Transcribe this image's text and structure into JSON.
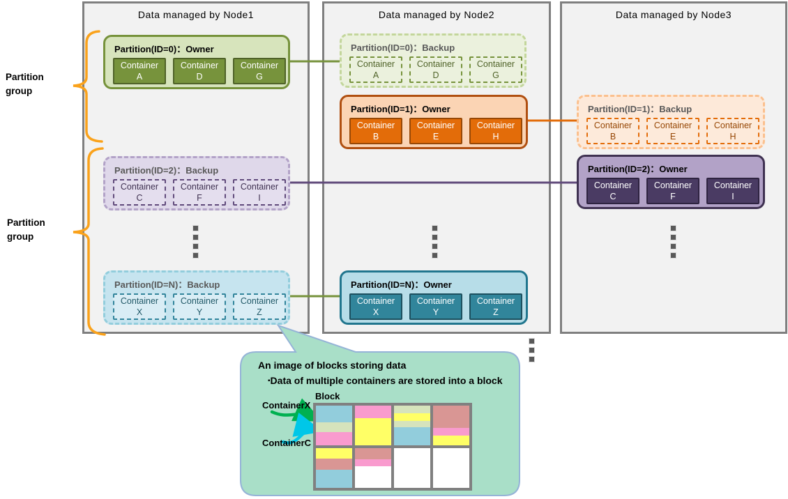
{
  "nodes": [
    {
      "title": "Data managed by Node1",
      "partitions": [
        {
          "title": "Partition(ID=0)：Owner",
          "role": "owner",
          "scheme": "green_owner",
          "containers": [
            {
              "label": "Container",
              "letter": "A"
            },
            {
              "label": "Container",
              "letter": "D"
            },
            {
              "label": "Container",
              "letter": "G"
            }
          ]
        },
        {
          "title": "Partition(ID=2)：Backup",
          "role": "backup",
          "scheme": "purple_backup",
          "containers": [
            {
              "label": "Container",
              "letter": "C"
            },
            {
              "label": "Container",
              "letter": "F"
            },
            {
              "label": "Container",
              "letter": "I"
            }
          ]
        },
        {
          "title": "Partition(ID=N)：Backup",
          "role": "backup",
          "scheme": "blue_backup",
          "containers": [
            {
              "label": "Container",
              "letter": "X"
            },
            {
              "label": "Container",
              "letter": "Y"
            },
            {
              "label": "Container",
              "letter": "Z"
            }
          ]
        }
      ]
    },
    {
      "title": "Data managed by Node2",
      "partitions": [
        {
          "title": "Partition(ID=0)：Backup",
          "role": "backup",
          "scheme": "green_backup",
          "containers": [
            {
              "label": "Container",
              "letter": "A"
            },
            {
              "label": "Container",
              "letter": "D"
            },
            {
              "label": "Container",
              "letter": "G"
            }
          ]
        },
        {
          "title": "Partition(ID=1)：Owner",
          "role": "owner",
          "scheme": "orange_owner",
          "containers": [
            {
              "label": "Container",
              "letter": "B"
            },
            {
              "label": "Container",
              "letter": "E"
            },
            {
              "label": "Container",
              "letter": "H"
            }
          ]
        },
        {
          "title": "Partition(ID=N)：Owner",
          "role": "owner",
          "scheme": "blue_owner",
          "containers": [
            {
              "label": "Container",
              "letter": "X"
            },
            {
              "label": "Container",
              "letter": "Y"
            },
            {
              "label": "Container",
              "letter": "Z"
            }
          ]
        }
      ]
    },
    {
      "title": "Data managed by Node3",
      "partitions": [
        {
          "title": "Partition(ID=1)：Backup",
          "role": "backup",
          "scheme": "orange_backup",
          "containers": [
            {
              "label": "Container",
              "letter": "B"
            },
            {
              "label": "Container",
              "letter": "E"
            },
            {
              "label": "Container",
              "letter": "H"
            }
          ]
        },
        {
          "title": "Partition(ID=2)：Owner",
          "role": "owner",
          "scheme": "purple_owner",
          "containers": [
            {
              "label": "Container",
              "letter": "C"
            },
            {
              "label": "Container",
              "letter": "F"
            },
            {
              "label": "Container",
              "letter": "I"
            }
          ]
        }
      ]
    }
  ],
  "partition_groups": [
    {
      "label": "Partition group"
    },
    {
      "label": "Partition group"
    }
  ],
  "bubble": {
    "line1": "An image of blocks storing data",
    "bullet": "▪",
    "line2": "Data of multiple containers are stored into a block",
    "block_label": "Block",
    "container_x_label": "ContainerX",
    "container_c_label": "ContainerC"
  },
  "block_grid": {
    "palette": {
      "blue": "#92cddc",
      "palegreen": "#d6e3bc",
      "pink": "#f99bce",
      "yellow": "#ffff66",
      "rose": "#d99694",
      "white": "#ffffff"
    },
    "cells": [
      [
        {
          "color": "blue",
          "pct": 42
        },
        {
          "color": "palegreen",
          "pct": 24
        },
        {
          "color": "pink",
          "pct": 34
        }
      ],
      [
        {
          "color": "pink",
          "pct": 32
        },
        {
          "color": "yellow",
          "pct": 68
        }
      ],
      [
        {
          "color": "palegreen",
          "pct": 20
        },
        {
          "color": "yellow",
          "pct": 19
        },
        {
          "color": "palegreen",
          "pct": 16
        },
        {
          "color": "blue",
          "pct": 45
        }
      ],
      [
        {
          "color": "rose",
          "pct": 57
        },
        {
          "color": "pink",
          "pct": 19
        },
        {
          "color": "yellow",
          "pct": 24
        }
      ],
      [
        {
          "color": "yellow",
          "pct": 26
        },
        {
          "color": "rose",
          "pct": 29
        },
        {
          "color": "blue",
          "pct": 45
        }
      ],
      [
        {
          "color": "rose",
          "pct": 28
        },
        {
          "color": "pink",
          "pct": 18
        },
        {
          "color": "white",
          "pct": 54
        }
      ],
      [
        {
          "color": "white",
          "pct": 100
        }
      ],
      [
        {
          "color": "white",
          "pct": 100
        }
      ]
    ]
  },
  "colors": {
    "schemes": {
      "green_owner": {
        "box_bg": "#d7e4bc",
        "box_border": "#76923b",
        "dashed": false,
        "title": "#000000",
        "cont_bg": "#77933c",
        "cont_border": "#4f6228",
        "cont_text": "#ffffff"
      },
      "green_backup": {
        "box_bg": "#ebf1dd",
        "box_border": "#c3d69b",
        "dashed": true,
        "title": "#595959",
        "cont_bg": "#ebf1dd",
        "cont_border": "#76923b",
        "cont_text": "#4f6228"
      },
      "orange_owner": {
        "box_bg": "#fbd4b4",
        "box_border": "#b04f10",
        "dashed": false,
        "title": "#000000",
        "cont_bg": "#e36c09",
        "cont_border": "#974806",
        "cont_text": "#ffffff"
      },
      "orange_backup": {
        "box_bg": "#fde9d9",
        "box_border": "#fbc08e",
        "dashed": true,
        "title": "#595959",
        "cont_bg": "#fdeada",
        "cont_border": "#e36c09",
        "cont_text": "#974806"
      },
      "purple_owner": {
        "box_bg": "#b2a2c7",
        "box_border": "#3f3151",
        "dashed": false,
        "title": "#000000",
        "cont_bg": "#4a3b63",
        "cont_border": "#2e2340",
        "cont_text": "#ffffff"
      },
      "purple_backup": {
        "box_bg": "#dfd8ea",
        "box_border": "#b2a2c7",
        "dashed": true,
        "title": "#595959",
        "cont_bg": "#e4deee",
        "cont_border": "#604a7b",
        "cont_text": "#3f3151"
      },
      "blue_owner": {
        "box_bg": "#b7dde8",
        "box_border": "#21768e",
        "dashed": false,
        "title": "#000000",
        "cont_bg": "#31859b",
        "cont_border": "#1c4f5e",
        "cont_text": "#ffffff"
      },
      "blue_backup": {
        "box_bg": "#c6e4ef",
        "box_border": "#92cddc",
        "dashed": true,
        "title": "#595959",
        "cont_bg": "#d9edf5",
        "cont_border": "#31849b",
        "cont_text": "#215968"
      }
    },
    "connector_green": "#76923b",
    "connector_orange": "#e36c09",
    "connector_purple": "#604a7b",
    "brace_orange": "#faa21b",
    "bubble_fill": "#a9dfc8",
    "bubble_border": "#95b3d7",
    "arrow_green": "#00b050",
    "arrow_cyan": "#00c7e8",
    "node_bg": "#f2f2f2",
    "node_border": "#7f7f7f",
    "dots_color": "#595959"
  }
}
